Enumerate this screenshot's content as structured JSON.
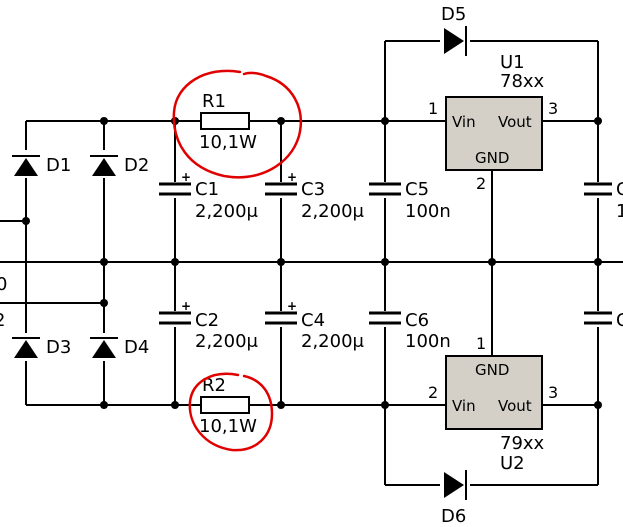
{
  "diodes": [
    {
      "ref": "D1"
    },
    {
      "ref": "D2"
    },
    {
      "ref": "D3"
    },
    {
      "ref": "D4"
    },
    {
      "ref": "D5"
    },
    {
      "ref": "D6"
    }
  ],
  "resistors": [
    {
      "ref": "R1",
      "value": "10,1W"
    },
    {
      "ref": "R2",
      "value": "10,1W"
    }
  ],
  "capacitors": [
    {
      "ref": "C1",
      "value": "2,200μ"
    },
    {
      "ref": "C2",
      "value": "2,200μ"
    },
    {
      "ref": "C3",
      "value": "2,200μ"
    },
    {
      "ref": "C4",
      "value": "2,200μ"
    },
    {
      "ref": "C5",
      "value": "100n"
    },
    {
      "ref": "C6",
      "value": "100n"
    }
  ],
  "regulators": [
    {
      "ref": "U1",
      "part": "78xx",
      "vin": "Vin",
      "vout": "Vout",
      "gnd": "GND",
      "pin_in": "1",
      "pin_gnd": "2",
      "pin_out": "3"
    },
    {
      "ref": "U2",
      "part": "79xx",
      "vin": "Vin",
      "vout": "Vout",
      "gnd": "GND",
      "pin_in": "2",
      "pin_gnd": "1",
      "pin_out": "3"
    }
  ],
  "edge_labels": {
    "left_mid": "0",
    "left_low": "2",
    "right_top": "C",
    "right_mid": "1",
    "right_low": "C"
  },
  "colors": {
    "ink": "#000000",
    "ic_fill": "#d4d0c8",
    "annotation": "#e00000"
  }
}
